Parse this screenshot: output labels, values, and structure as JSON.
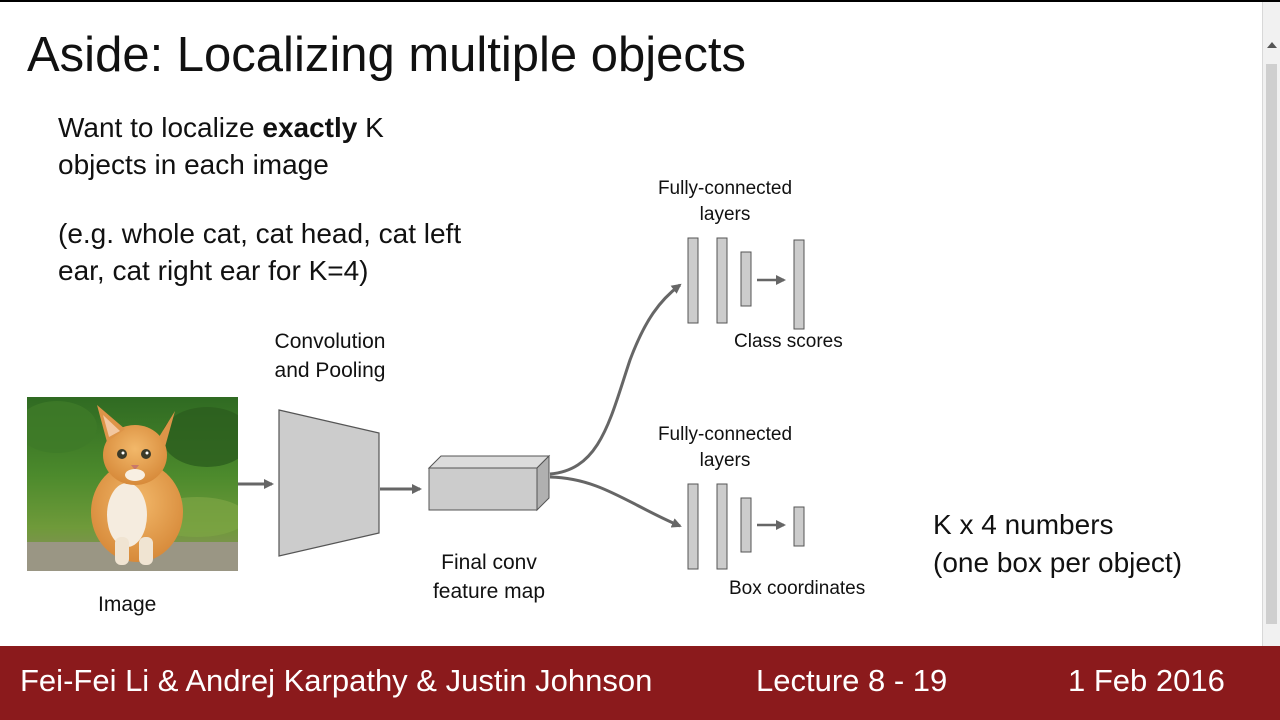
{
  "slide": {
    "title": "Aside: Localizing multiple objects",
    "bullet1": {
      "before": "Want to localize ",
      "bold": "exactly",
      "after": " K objects in each image"
    },
    "bullet2": "(e.g. whole cat, cat head, cat left ear, cat right ear for K=4)"
  },
  "diagram": {
    "image_label": "Image",
    "conv_label_line1": "Convolution",
    "conv_label_line2": "and Pooling",
    "feature_label_line1": "Final conv",
    "feature_label_line2": "feature map",
    "fc_top_line1": "Fully-connected",
    "fc_top_line2": "layers",
    "class_scores_label": "Class scores",
    "fc_bottom_line1": "Fully-connected",
    "fc_bottom_line2": "layers",
    "box_coords_label": "Box coordinates",
    "k_line1": "K x 4 numbers",
    "k_line2": "(one box per object)"
  },
  "footer": {
    "authors": "Fei-Fei Li & Andrej Karpathy & Justin Johnson",
    "lecture": "Lecture 8 - 19",
    "date": "1 Feb 2016"
  },
  "colors": {
    "footer_bg": "#8b1a1c",
    "shape_fill": "#cccccc",
    "arrow": "#666666"
  }
}
